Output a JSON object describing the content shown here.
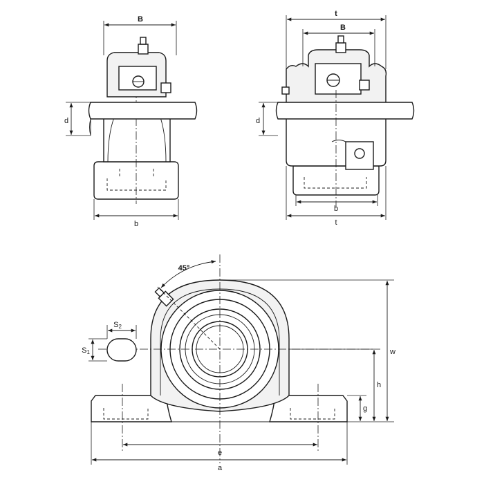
{
  "colors": {
    "line": "#1a1a1a",
    "background": "#ffffff",
    "shade": "#f2f2f2"
  },
  "labels": {
    "front_view": {
      "B": "B",
      "d": "d",
      "b": "b"
    },
    "side_view": {
      "t_top": "t",
      "B": "B",
      "d": "d",
      "b": "b",
      "t_bottom": "t"
    },
    "main_view": {
      "angle": "45°",
      "S2_main": "S",
      "S2_sub": "2",
      "S1_main": "S",
      "S1_sub": "1",
      "w": "w",
      "h": "h",
      "g": "g",
      "e": "e",
      "a": "a"
    }
  }
}
